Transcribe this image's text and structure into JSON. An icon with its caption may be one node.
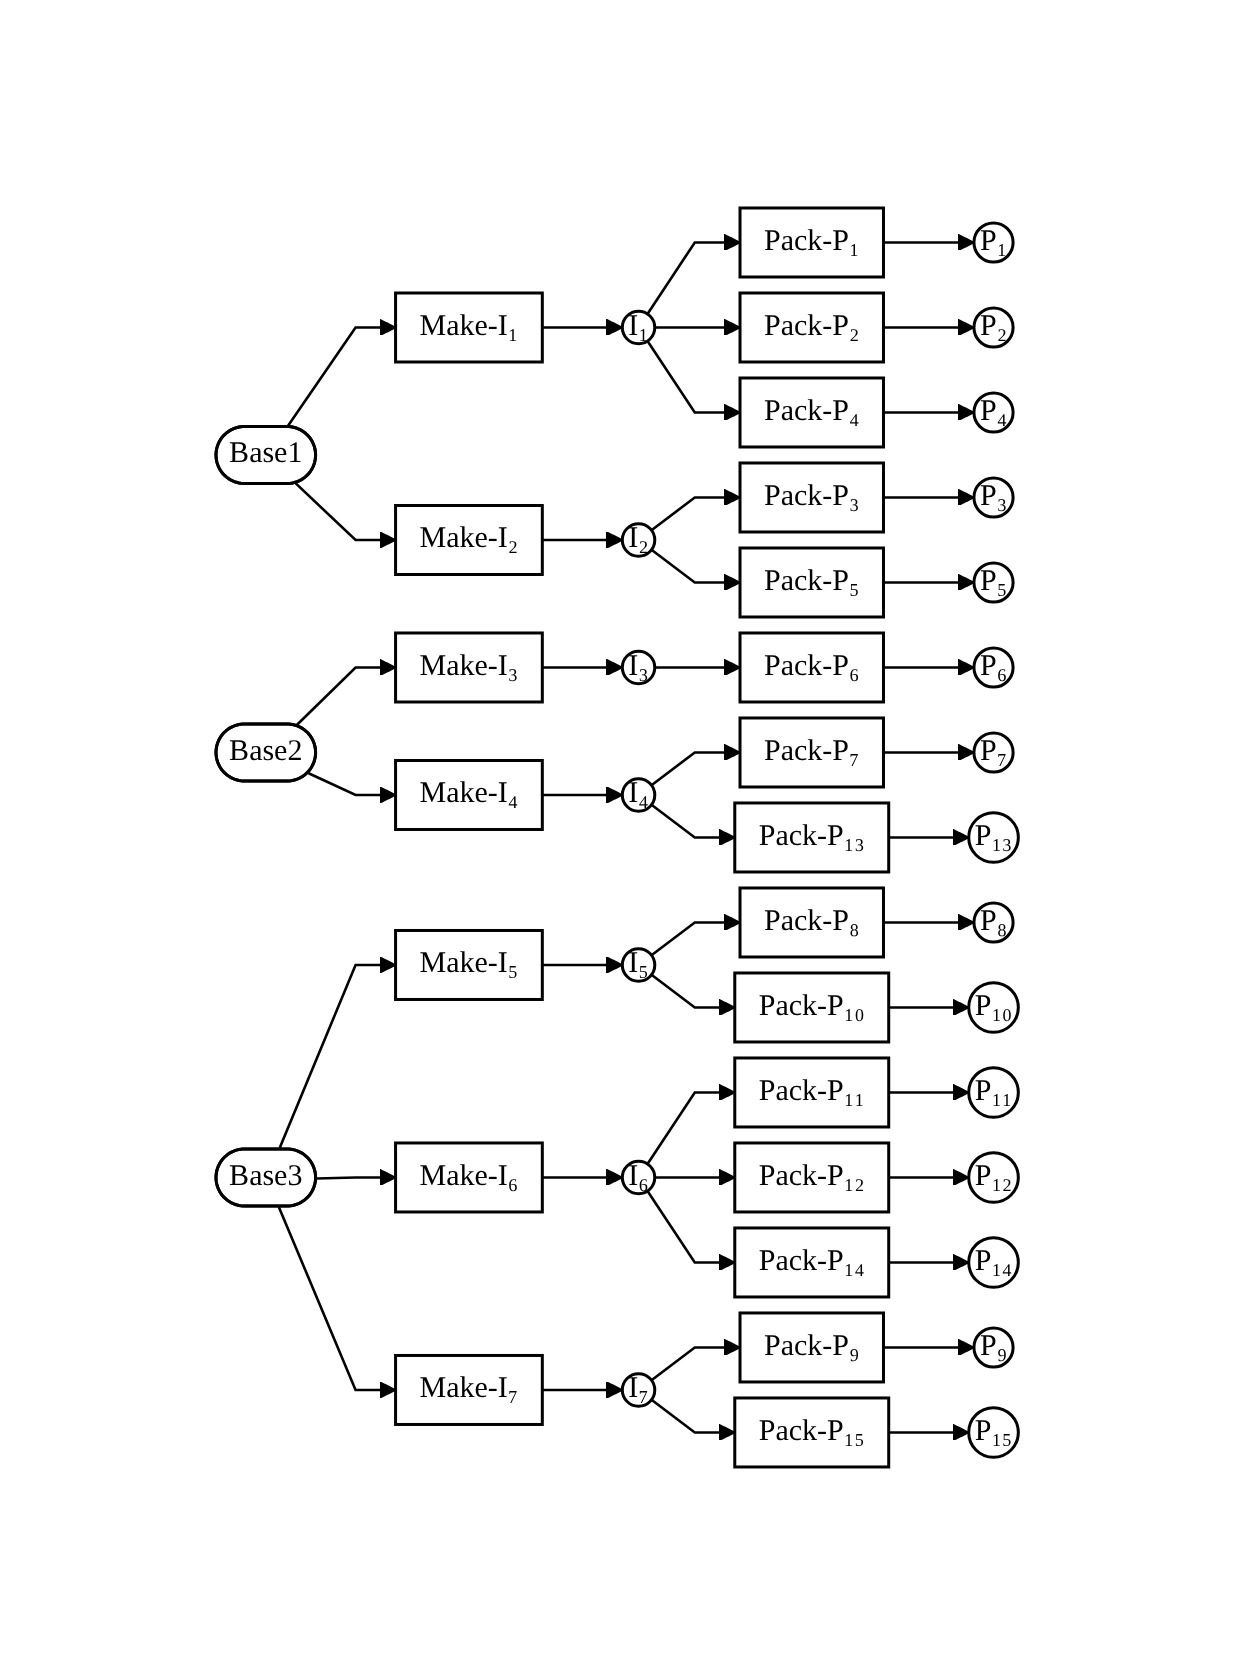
{
  "diagram": {
    "nodes": [
      {
        "text": [
          "Base1"
        ]
      },
      {
        "text": [
          "Make-I₁"
        ]
      },
      {
        "text": [
          "I₁"
        ]
      },
      {
        "text": [
          "Pack-P₁"
        ]
      },
      {
        "text": [
          "P₁"
        ]
      },
      {
        "text": [
          "Pack-P₂"
        ]
      },
      {
        "text": [
          "P₂"
        ]
      },
      {
        "text": [
          "Pack-P₄"
        ]
      },
      {
        "text": [
          "P₄"
        ]
      },
      {
        "text": [
          "Make-I₂"
        ]
      },
      {
        "text": [
          "I₂"
        ]
      },
      {
        "text": [
          "Pack-P₃"
        ]
      },
      {
        "text": [
          "P₃"
        ]
      },
      {
        "text": [
          "Pack-P₅"
        ]
      },
      {
        "text": [
          "P₅"
        ]
      },
      {
        "text": [
          "Base2"
        ]
      },
      {
        "text": [
          "Make-I₃"
        ]
      },
      {
        "text": [
          "I₃"
        ]
      },
      {
        "text": [
          "Pack-P₆"
        ]
      },
      {
        "text": [
          "P₆"
        ]
      },
      {
        "text": [
          "Make-I₄"
        ]
      },
      {
        "text": [
          "I₄"
        ]
      },
      {
        "text": [
          "Pack-P₇"
        ]
      },
      {
        "text": [
          "P₇"
        ]
      },
      {
        "text": [
          "Pack-P₁₃"
        ]
      },
      {
        "text": [
          "P₁₃"
        ]
      },
      {
        "text": [
          "Base3"
        ]
      },
      {
        "text": [
          "Make-I₅"
        ]
      },
      {
        "text": [
          "I₅"
        ]
      },
      {
        "text": [
          "Pack-P₈"
        ]
      },
      {
        "text": [
          "P₈"
        ]
      },
      {
        "text": [
          "Pack-P₁₀"
        ]
      },
      {
        "text": [
          "P₁₀"
        ]
      },
      {
        "text": [
          "Make-I₆"
        ]
      },
      {
        "text": [
          "I₆"
        ]
      },
      {
        "text": [
          "Pack-P₁₁"
        ]
      },
      {
        "text": [
          "P₁₁"
        ]
      },
      {
        "text": [
          "Pack-P₁₂"
        ]
      },
      {
        "text": [
          "P₁₂"
        ]
      },
      {
        "text": [
          "Pack-P₁₄"
        ]
      },
      {
        "text": [
          "P₁₄"
        ]
      },
      {
        "text": [
          "Make-I₇"
        ]
      },
      {
        "text": [
          "I₇"
        ]
      },
      {
        "text": [
          "Pack-P₉"
        ]
      },
      {
        "text": [
          "P₉"
        ]
      },
      {
        "text": [
          "Pack-P₁₅"
        ]
      },
      {
        "text": [
          "P₁₅"
        ]
      }
    ],
    "edges": [
      {
        "from": 0,
        "to": 1,
        "arrow": "to"
      },
      {
        "from": 1,
        "to": 2,
        "arrow": "to"
      },
      {
        "from": 2,
        "to": 3,
        "arrow": "to"
      },
      {
        "from": 3,
        "to": 4,
        "arrow": "to"
      },
      {
        "from": 2,
        "to": 5,
        "arrow": "to"
      },
      {
        "from": 5,
        "to": 6,
        "arrow": "to"
      },
      {
        "from": 2,
        "to": 7,
        "arrow": "to"
      },
      {
        "from": 7,
        "to": 8,
        "arrow": "to"
      },
      {
        "from": 0,
        "to": 9,
        "arrow": "to"
      },
      {
        "from": 9,
        "to": 10,
        "arrow": "to"
      },
      {
        "from": 10,
        "to": 11,
        "arrow": "to"
      },
      {
        "from": 11,
        "to": 12,
        "arrow": "to"
      },
      {
        "from": 10,
        "to": 13,
        "arrow": "to"
      },
      {
        "from": 13,
        "to": 14,
        "arrow": "to"
      },
      {
        "from": 15,
        "to": 16,
        "arrow": "to"
      },
      {
        "from": 16,
        "to": 17,
        "arrow": "to"
      },
      {
        "from": 17,
        "to": 18,
        "arrow": "to"
      },
      {
        "from": 18,
        "to": 19,
        "arrow": "to"
      },
      {
        "from": 15,
        "to": 20,
        "arrow": "to"
      },
      {
        "from": 20,
        "to": 21,
        "arrow": "to"
      },
      {
        "from": 21,
        "to": 22,
        "arrow": "to"
      },
      {
        "from": 22,
        "to": 23,
        "arrow": "to"
      },
      {
        "from": 21,
        "to": 24,
        "arrow": "to"
      },
      {
        "from": 24,
        "to": 25,
        "arrow": "to"
      },
      {
        "from": 26,
        "to": 27,
        "arrow": "to"
      },
      {
        "from": 27,
        "to": 28,
        "arrow": "to"
      },
      {
        "from": 28,
        "to": 29,
        "arrow": "to"
      },
      {
        "from": 29,
        "to": 30,
        "arrow": "to"
      },
      {
        "from": 28,
        "to": 31,
        "arrow": "to"
      },
      {
        "from": 31,
        "to": 32,
        "arrow": "to"
      },
      {
        "from": 26,
        "to": 33,
        "arrow": "to"
      },
      {
        "from": 33,
        "to": 34,
        "arrow": "to"
      },
      {
        "from": 34,
        "to": 35,
        "arrow": "to"
      },
      {
        "from": 35,
        "to": 36,
        "arrow": "to"
      },
      {
        "from": 34,
        "to": 37,
        "arrow": "to"
      },
      {
        "from": 37,
        "to": 38,
        "arrow": "to"
      },
      {
        "from": 34,
        "to": 39,
        "arrow": "to"
      },
      {
        "from": 39,
        "to": 40,
        "arrow": "to"
      },
      {
        "from": 26,
        "to": 41,
        "arrow": "to"
      },
      {
        "from": 41,
        "to": 42,
        "arrow": "to"
      },
      {
        "from": 42,
        "to": 43,
        "arrow": "to"
      },
      {
        "from": 43,
        "to": 44,
        "arrow": "to"
      },
      {
        "from": 42,
        "to": 45,
        "arrow": "to"
      },
      {
        "from": 45,
        "to": 46,
        "arrow": "to"
      }
    ]
  }
}
